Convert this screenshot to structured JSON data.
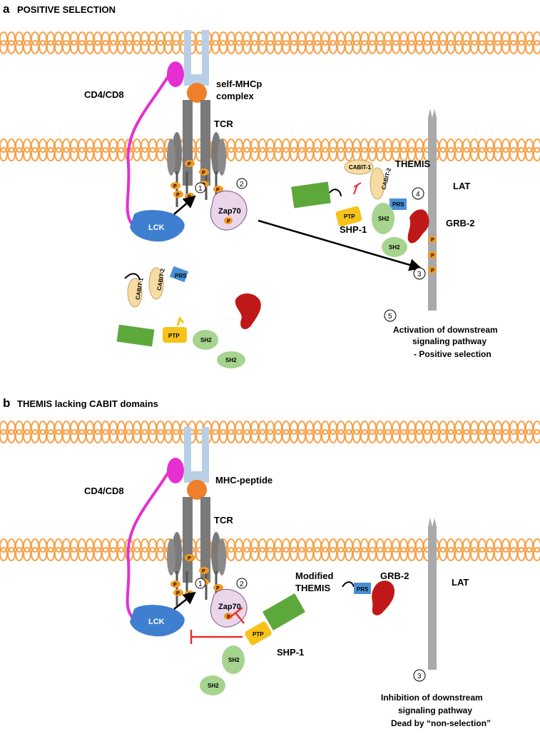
{
  "colors": {
    "membrane": "#f7a24b",
    "mhc": "#b8cfe6",
    "peptide": "#ef7f2a",
    "tcr": "#7a7a7a",
    "cd4": "#e62fd1",
    "lck": "#3f7fcf",
    "zap70": "#ead5ea",
    "phospho": "#f39a1f",
    "cabit": "#f6dca2",
    "prs": "#4a8fd6",
    "green_block": "#5ca83a",
    "ptp": "#f7c31a",
    "sh2": "#a6d48f",
    "grb2": "#c01818",
    "lat": "#a9a9a9",
    "inhibit": "#e53030"
  },
  "panel_a": {
    "letter": "a",
    "title": "POSITIVE SELECTION",
    "mhc_label_1": "self-MHCp",
    "mhc_label_2": "complex",
    "cd4cd8": "CD4/CD8",
    "tcr": "TCR",
    "lck": "LCK",
    "zap70": "Zap70",
    "themis": "THEMIS",
    "lat": "LAT",
    "shp1": "SHP-1",
    "grb2": "GRB-2",
    "cabit1": "CABIT-1",
    "cabit2": "CABIT-2",
    "prs": "PRS",
    "ptp": "PTP",
    "sh2": "SH2",
    "p": "P",
    "step1": "1",
    "step2": "2",
    "step3": "3",
    "step4": "4",
    "step5": "5",
    "outcome_1": "Activation of downstream",
    "outcome_2": "signaling pathway",
    "outcome_3": "- Positive selection"
  },
  "panel_b": {
    "letter": "b",
    "title": "THEMIS lacking CABIT domains",
    "mhc_label": "MHC-peptide",
    "cd4cd8": "CD4/CD8",
    "tcr": "TCR",
    "lck": "LCK",
    "zap70": "Zap70",
    "modified_1": "Modified",
    "modified_2": "THEMIS",
    "prs": "PRS",
    "grb2": "GRB-2",
    "lat": "LAT",
    "ptp": "PTP",
    "sh2": "SH2",
    "shp1": "SHP-1",
    "p": "P",
    "step1": "1",
    "step2": "2",
    "step3": "3",
    "outcome_1": "Inhibition of downstream",
    "outcome_2": "signaling pathway",
    "outcome_3": "Dead by “non-selection”"
  }
}
